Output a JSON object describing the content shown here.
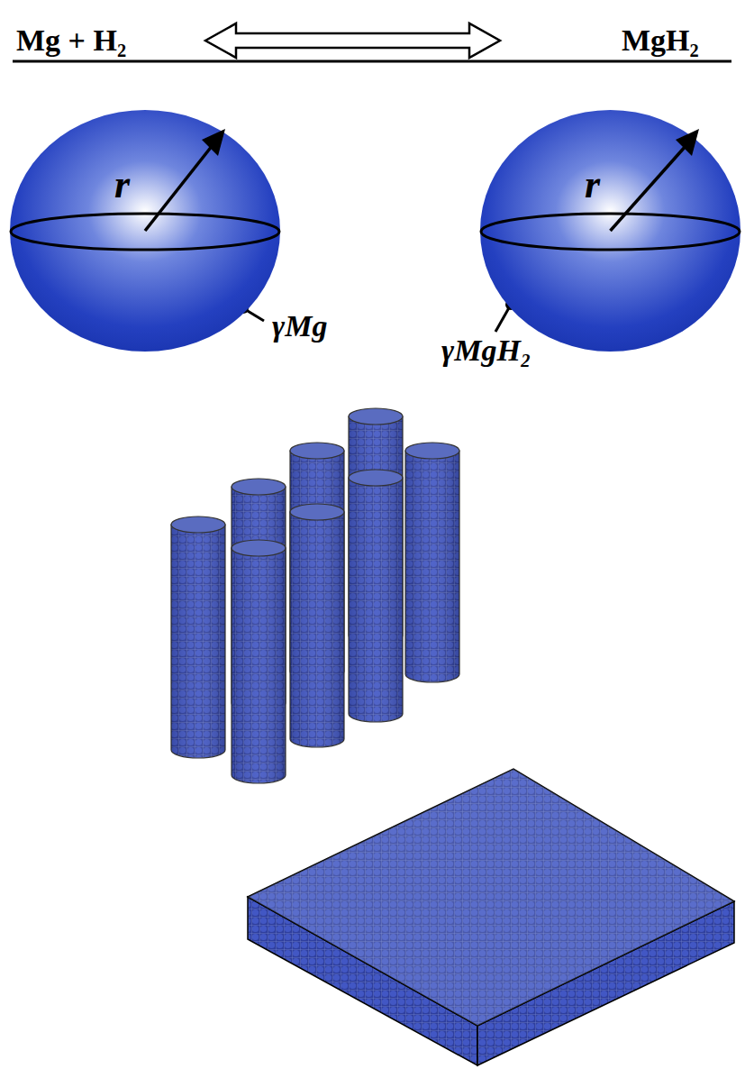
{
  "diagram": {
    "nodes": [
      {
        "text": [
          "r"
        ]
      },
      {
        "text": [
          "r"
        ]
      }
    ],
    "labels": [
      "Mg + H₂",
      "MgH₂",
      "γMg",
      "γMgH₂"
    ]
  }
}
